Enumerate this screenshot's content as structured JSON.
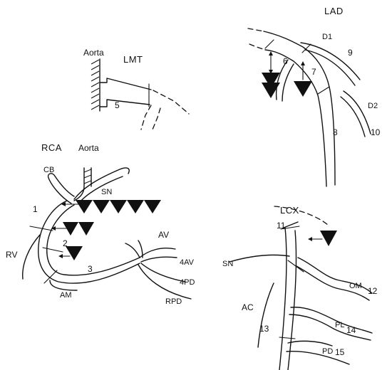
{
  "lmt_panel": {
    "aorta_label": "Aorta",
    "title": "LMT",
    "segment_5": "5"
  },
  "lad_panel": {
    "title": "LAD",
    "d1": "D1",
    "d2": "D2",
    "segment_6": "6",
    "segment_7": "7",
    "segment_8": "8",
    "segment_9": "9",
    "segment_10": "10"
  },
  "rca_panel": {
    "title": "RCA",
    "aorta_label": "Aorta",
    "cb": "CB",
    "sn": "SN",
    "rv": "RV",
    "av": "AV",
    "av4": "4AV",
    "pd4": "4PD",
    "rpd": "RPD",
    "am": "AM",
    "segment_1": "1",
    "segment_2": "2",
    "segment_3": "3"
  },
  "lcx_panel": {
    "title": "LCX",
    "sn": "SN",
    "ac": "AC",
    "om": "OM",
    "pl": "PL",
    "pd": "PD",
    "segment_11": "11",
    "segment_12": "12",
    "segment_13": "13",
    "segment_14": "14",
    "segment_15": "15"
  }
}
